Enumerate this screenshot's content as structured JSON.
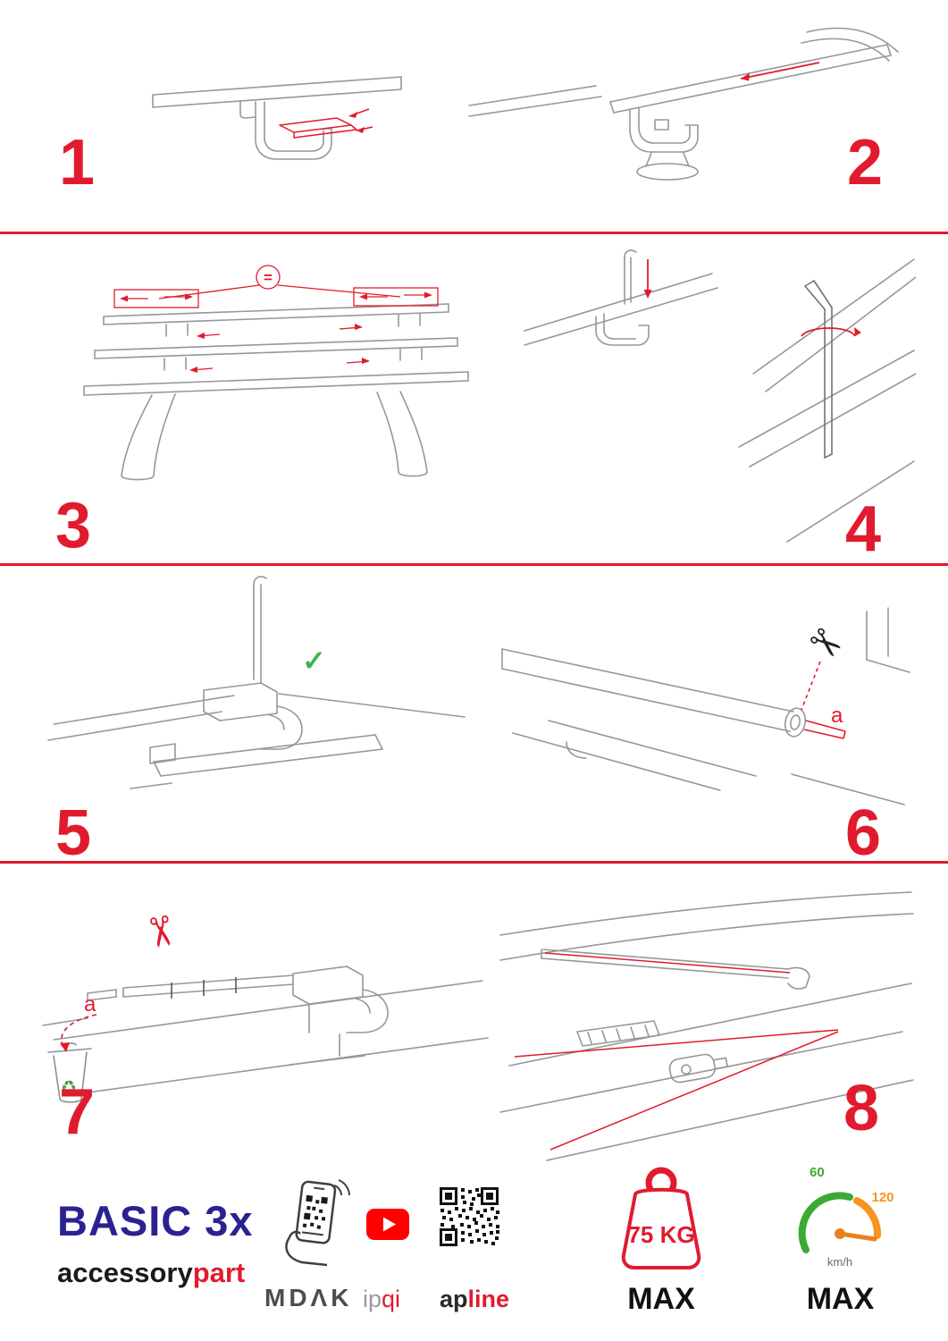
{
  "colors": {
    "accent": "#e11b2e",
    "line_art": "#94989c",
    "green_check": "#3db54a",
    "recycle_green": "#43a047",
    "brand_blue": "#2b2291",
    "youtube_red": "#fe0000",
    "gauge_green": "#3aaa35",
    "gauge_orange": "#f7941d"
  },
  "steps": [
    {
      "number": "1"
    },
    {
      "number": "2"
    },
    {
      "number": "3"
    },
    {
      "number": "4"
    },
    {
      "number": "5"
    },
    {
      "number": "6"
    },
    {
      "number": "7"
    },
    {
      "number": "8"
    }
  ],
  "labels": {
    "equals": "=",
    "cut_a_6": "a",
    "cut_a_7": "a"
  },
  "icons": {
    "scissors": "✂",
    "check": "✓",
    "recycle": "♻"
  },
  "footer": {
    "brand": "BASIC 3x",
    "subbrand_left": "accessory",
    "subbrand_right": "part",
    "partner_phone": "MDΛK",
    "partner_youtube_left": "ip",
    "partner_youtube_right": "qi",
    "partner_qr_left": "ap",
    "partner_qr_right": "line",
    "weight_value": "75 KG",
    "weight_max": "MAX",
    "speed_low": "60",
    "speed_high": "120",
    "speed_unit": "km/h",
    "speed_max": "MAX"
  }
}
